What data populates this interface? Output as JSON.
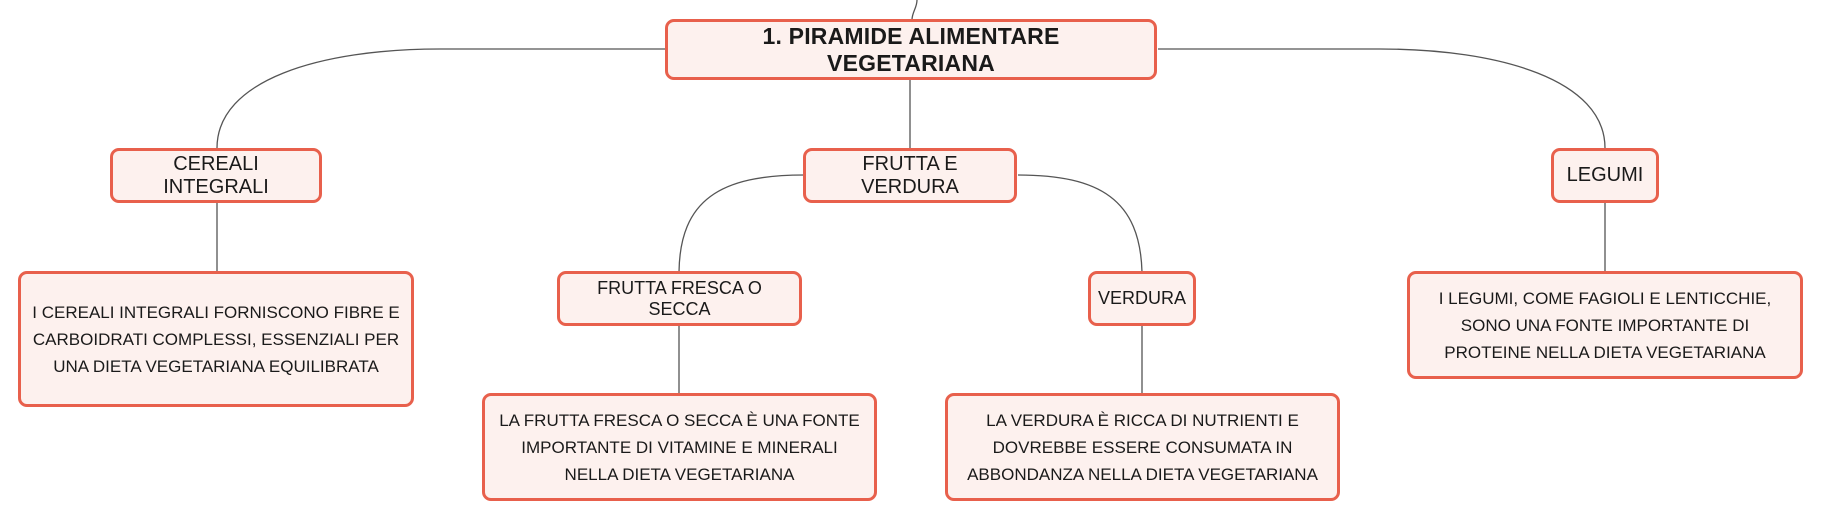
{
  "diagram": {
    "root": {
      "label": "1. PIRAMIDE ALIMENTARE VEGETARIANA"
    },
    "branches": [
      {
        "label": "CEREALI INTEGRALI",
        "detail": "I CEREALI INTEGRALI FORNISCONO FIBRE E CARBOIDRATI COMPLESSI, ESSENZIALI PER UNA DIETA VEGETARIANA EQUILIBRATA"
      },
      {
        "label": "FRUTTA E VERDURA",
        "children": [
          {
            "label": "FRUTTA FRESCA O SECCA",
            "detail": "LA FRUTTA FRESCA O SECCA È UNA FONTE IMPORTANTE DI VITAMINE E MINERALI NELLA DIETA VEGETARIANA"
          },
          {
            "label": "VERDURA",
            "detail": "LA VERDURA È RICCA DI NUTRIENTI E DOVREBBE ESSERE CONSUMATA IN ABBONDANZA NELLA DIETA VEGETARIANA"
          }
        ]
      },
      {
        "label": "LEGUMI",
        "detail": "I LEGUMI, COME FAGIOLI E LENTICCHIE, SONO UNA FONTE IMPORTANTE DI PROTEINE NELLA DIETA VEGETARIANA"
      }
    ]
  },
  "colors": {
    "node_border": "#e8604c",
    "node_fill": "#fdf1ee",
    "connector": "#555555",
    "text": "#1a1a1a"
  }
}
